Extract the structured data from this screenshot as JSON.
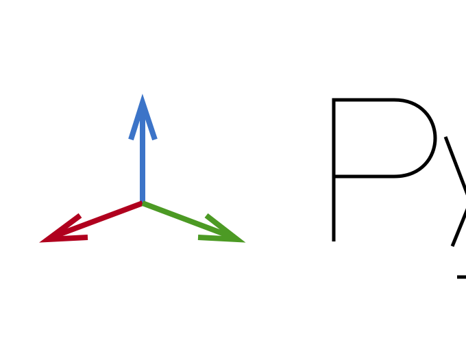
{
  "logo": {
    "text": "Py",
    "text_color": "#000000",
    "axes": [
      {
        "name": "z",
        "direction": "up",
        "color": "#3c74c8"
      },
      {
        "name": "x",
        "direction": "down-left",
        "color": "#b0001e"
      },
      {
        "name": "y",
        "direction": "down-right",
        "color": "#4c9a24"
      }
    ]
  }
}
